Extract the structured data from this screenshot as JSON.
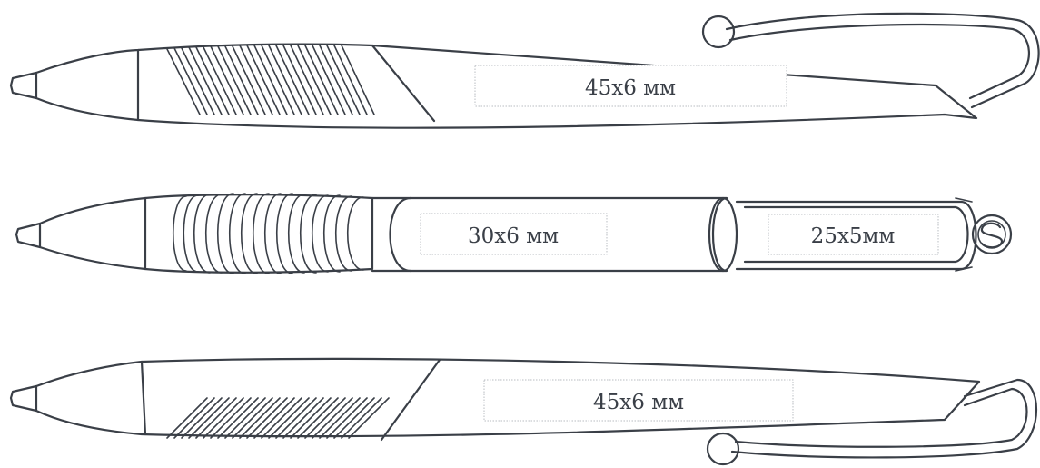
{
  "pens": [
    {
      "area_label": "45x6 мм"
    },
    {
      "area_label_barrel": "30x6 мм",
      "area_label_clip": "25x5мм",
      "clip_logo": "brand-logo-icon"
    },
    {
      "area_label": "45x6 мм"
    }
  ],
  "colors": {
    "outline": "#3a3f47",
    "area_border": "#b8bcc2",
    "background": "#ffffff"
  }
}
